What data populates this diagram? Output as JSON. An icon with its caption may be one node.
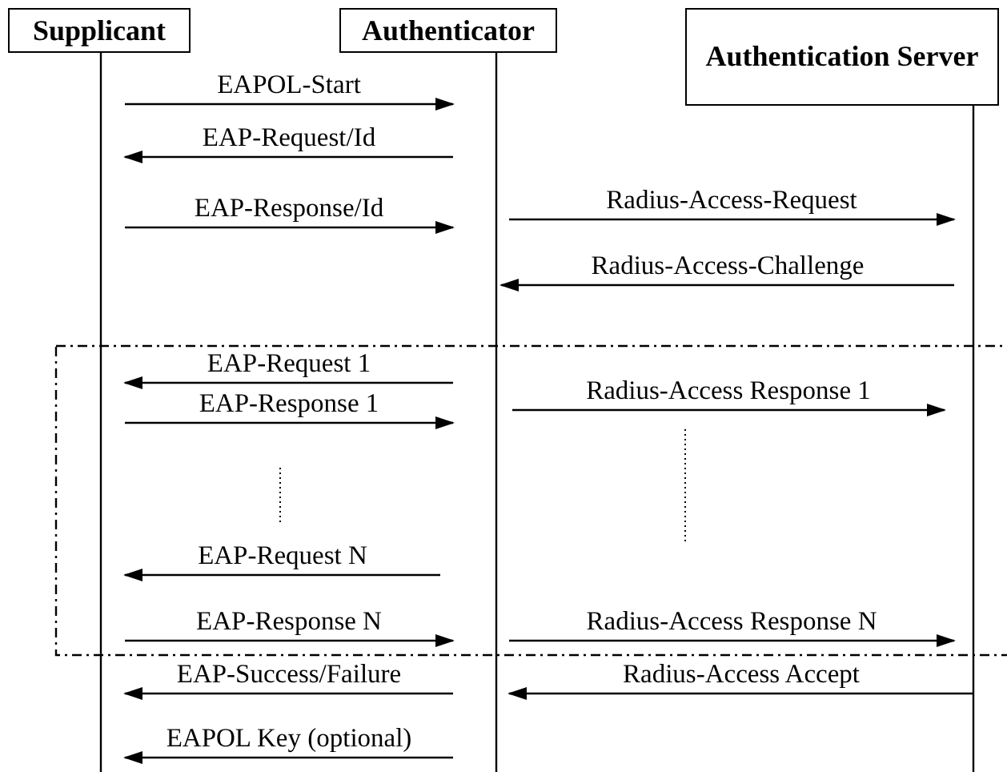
{
  "diagram": {
    "nodes": [
      {
        "text": [
          "Supplicant"
        ]
      },
      {
        "text": [
          "Authenticator"
        ]
      },
      {
        "text": [
          "Authentication Server"
        ]
      }
    ],
    "labels": [
      "EAPOL-Start",
      "EAP-Request/Id",
      "EAP-Response/Id",
      "Radius-Access-Request",
      "Radius-Access-Challenge",
      "EAP-Request 1",
      "EAP-Response 1",
      "Radius-Access Response 1",
      "EAP-Request N",
      "EAP-Response N",
      "Radius-Access Response N",
      "EAP-Success/Failure",
      "Radius-Access Accept",
      "EAPOL Key (optional)"
    ]
  }
}
